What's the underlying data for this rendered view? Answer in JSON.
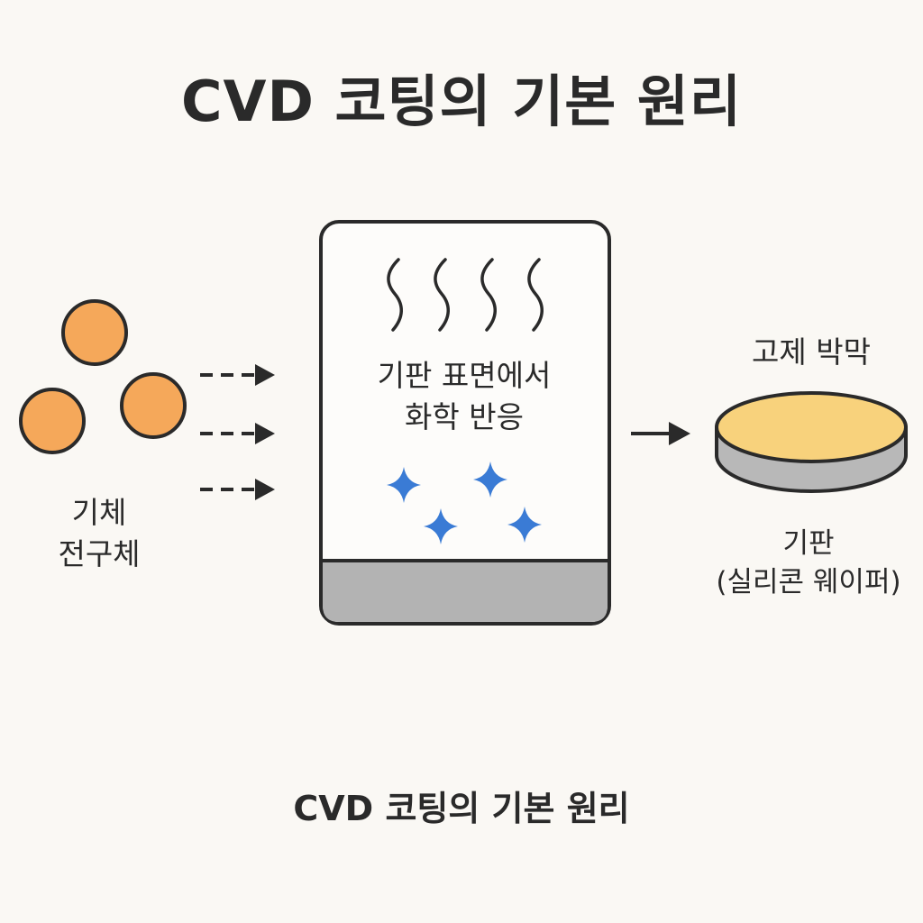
{
  "title": "CVD 코팅의 기본 원리",
  "caption": "CVD 코팅의 기본 원리",
  "precursor": {
    "line1": "기체",
    "line2": "전구체"
  },
  "chamber": {
    "line1": "기판 표면에서",
    "line2": "화학 반응"
  },
  "film": {
    "label": "고제 박막"
  },
  "substrate": {
    "line1": "기판",
    "line2": "(실리콘 웨이퍼)"
  },
  "colors": {
    "background": "#faf8f4",
    "precursor_fill": "#f5a85a",
    "outline": "#2a2a2a",
    "sparkle": "#3a7bd5",
    "chamber_base": "#b3b3b3",
    "film_fill": "#f8d27c",
    "wafer_side": "#b8b8b8"
  },
  "icons": [
    "precursor-molecule",
    "dashed-arrow",
    "heat-wave",
    "sparkle-icon",
    "solid-arrow",
    "wafer-disc"
  ]
}
